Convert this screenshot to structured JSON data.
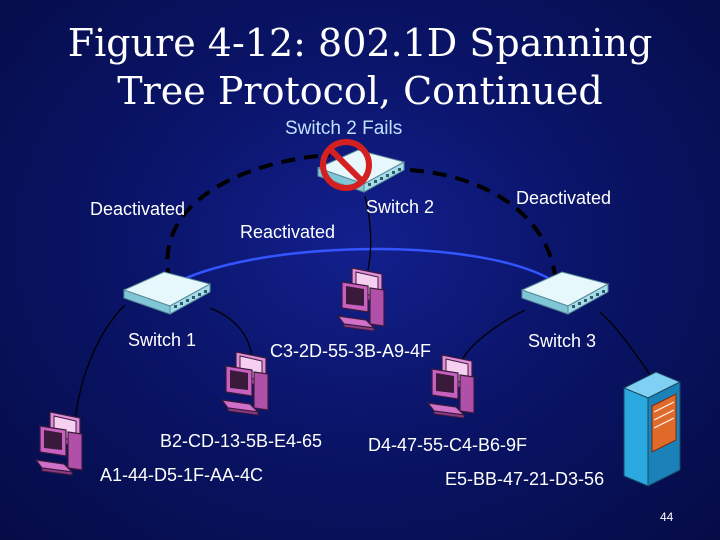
{
  "slide": {
    "title_line1": "Figure 4-12: 802.1D Spanning",
    "title_line2": "Tree Protocol, Continued",
    "subtitle": "Switch 2 Fails",
    "page_number": "44"
  },
  "labels": {
    "deactivated_left": "Deactivated",
    "deactivated_right": "Deactivated",
    "reactivated": "Reactivated",
    "switch1": "Switch 1",
    "switch2": "Switch 2",
    "switch3": "Switch 3"
  },
  "hosts": {
    "c3": "C3-2D-55-3B-A9-4F",
    "b2": "B2-CD-13-5B-E4-65",
    "a1": "A1-44-D5-1F-AA-4C",
    "d4": "D4-47-55-C4-B6-9F",
    "e5": "E5-BB-47-21-D3-56"
  },
  "icons": {
    "switch": "network-switch-icon",
    "host": "desktop-computer-icon",
    "server": "server-tower-icon",
    "failed": "prohibition-icon"
  },
  "colors": {
    "background": "#0a1468",
    "link_dashed": "#000000",
    "link_reactivated": "#3355ff",
    "link_thin": "#000000",
    "switch_body": "#bfe8f4",
    "host_body": "#d070c8",
    "server_body": "#2aa8e0",
    "failure_mark": "#d42020"
  }
}
